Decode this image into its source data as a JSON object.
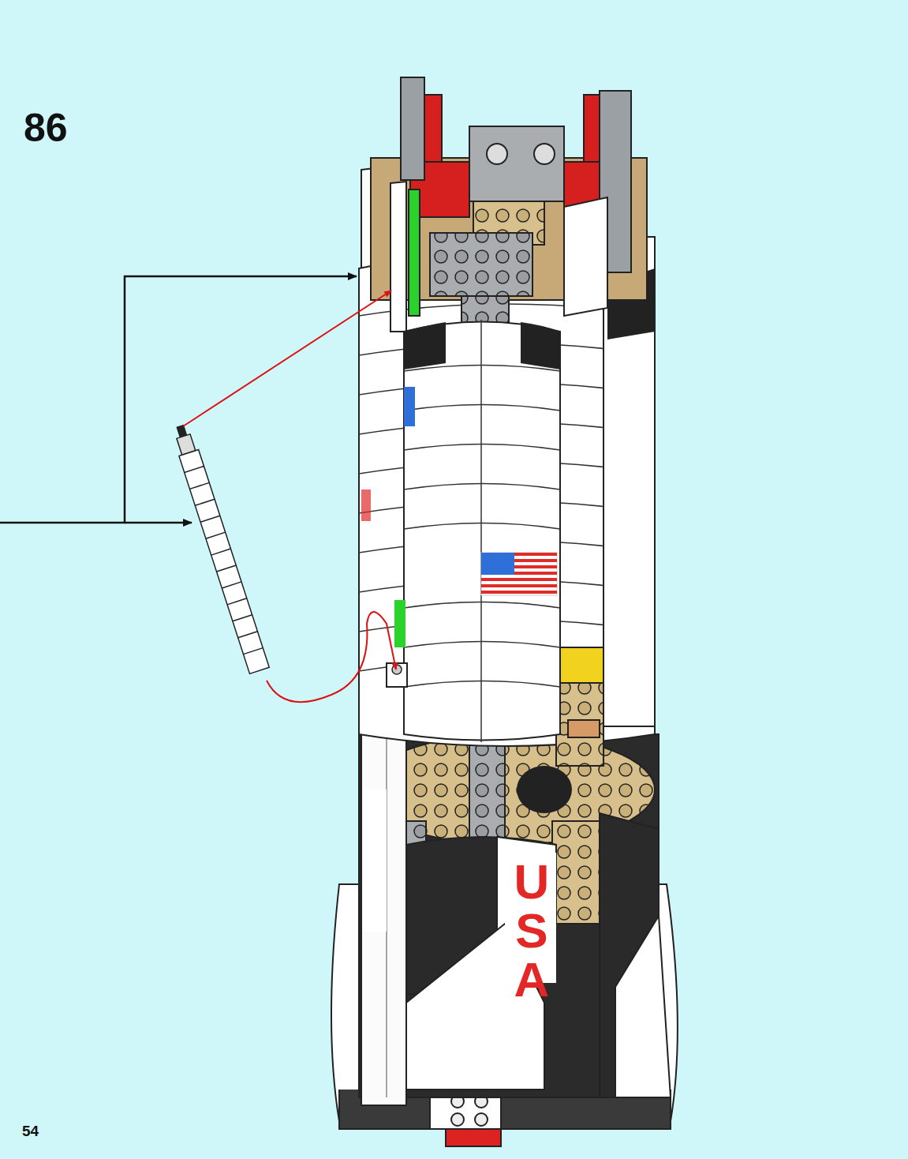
{
  "diagram": {
    "labels": [
      "86",
      "USA",
      "54"
    ]
  }
}
